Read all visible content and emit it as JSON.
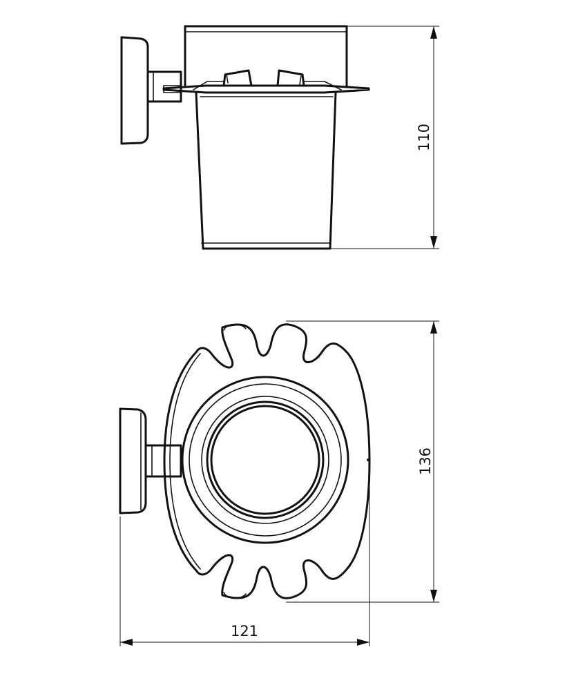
{
  "dimensions": {
    "height": "110",
    "depth": "136",
    "width": "121"
  },
  "colors": {
    "line": "#111111",
    "background": "#ffffff"
  }
}
